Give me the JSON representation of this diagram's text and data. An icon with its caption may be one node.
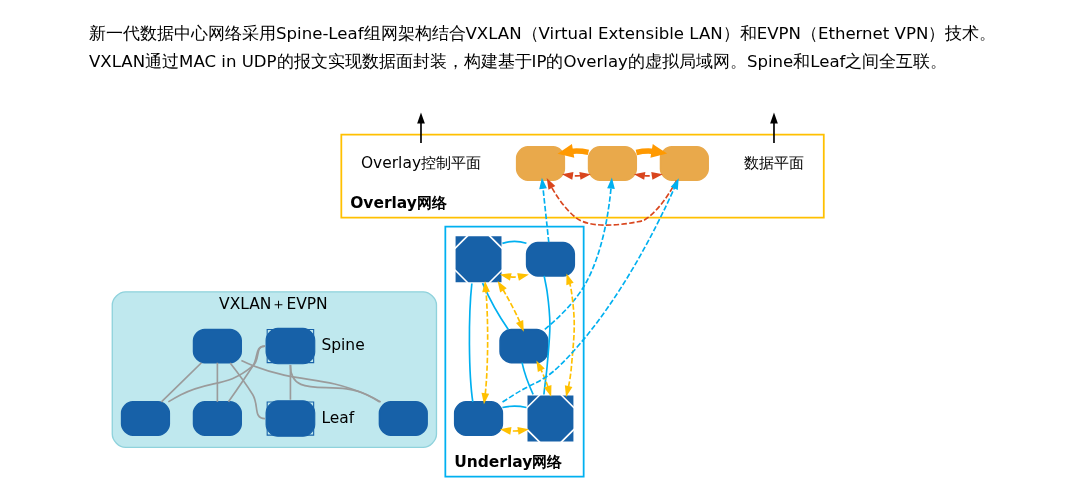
{
  "diagram": {
    "nodes": [
      {
        "text": [
          "VXLAN＋EVPN"
        ]
      },
      {
        "text": [],
        "shape": "box",
        "in": 0
      },
      {
        "text": [],
        "shape": "box",
        "in": 0,
        "beside": [
          "Spine"
        ]
      },
      {
        "text": [],
        "shape": "box",
        "in": 0
      },
      {
        "text": [],
        "shape": "box",
        "in": 0
      },
      {
        "text": [],
        "shape": "box",
        "in": 0
      },
      {
        "text": [],
        "shape": "box",
        "in": 0,
        "beside": [
          "Leaf"
        ]
      },
      {
        "text": [
          "Overlay网络"
        ]
      },
      {
        "text": [
          "Overlay控制平面"
        ],
        "in": 7
      },
      {
        "text": [],
        "shape": "box",
        "in": 7
      },
      {
        "text": [],
        "shape": "box",
        "in": 7
      },
      {
        "text": [],
        "shape": "box",
        "in": 7
      },
      {
        "text": [
          "数据平面"
        ],
        "in": 7
      },
      {
        "text": [
          "Underlay网络"
        ]
      },
      {
        "text": [],
        "shape": "box",
        "in": 13
      },
      {
        "text": [],
        "shape": "box",
        "in": 13
      },
      {
        "text": [],
        "shape": "box",
        "in": 13
      },
      {
        "text": [],
        "shape": "box",
        "in": 13
      },
      {
        "text": [],
        "shape": "box",
        "in": 13
      }
    ],
    "edges": [
      {
        "from": 3,
        "to": 1,
        "arrow": "none",
        "color": "#9b9b9b"
      },
      {
        "from": 4,
        "to": 1,
        "arrow": "none",
        "color": "#9b9b9b"
      },
      {
        "from": 5,
        "to": 1,
        "arrow": "none",
        "color": "#9b9b9b"
      },
      {
        "from": 6,
        "to": 1,
        "arrow": "none",
        "color": "#9b9b9b"
      },
      {
        "from": 3,
        "to": 2,
        "arrow": "none",
        "color": "#9b9b9b"
      },
      {
        "from": 4,
        "to": 2,
        "arrow": "none",
        "color": "#9b9b9b"
      },
      {
        "from": 5,
        "to": 2,
        "arrow": "none",
        "color": "#9b9b9b"
      },
      {
        "from": 6,
        "to": 2,
        "arrow": "none",
        "color": "#9b9b9b"
      },
      {
        "from": 10,
        "to": 9,
        "arrow": "to",
        "style": "thick",
        "color": "#ff9900"
      },
      {
        "from": 10,
        "to": 11,
        "arrow": "to",
        "style": "thick",
        "color": "#ff9900"
      },
      {
        "from": 10,
        "to": 9,
        "arrow": "both",
        "style": "dashed",
        "color": "#d9461e"
      },
      {
        "from": 10,
        "to": 11,
        "arrow": "both",
        "style": "dashed",
        "color": "#d9461e"
      },
      {
        "from": 11,
        "to": 9,
        "arrow": "to",
        "style": "dashed",
        "color": "#d9461e"
      },
      {
        "from": 8,
        "to": null,
        "arrow": "to",
        "color": "#000000"
      },
      {
        "from": 12,
        "to": null,
        "arrow": "to",
        "color": "#000000"
      },
      {
        "from": 16,
        "to": 14,
        "arrow": "none",
        "color": "#00b0f0"
      },
      {
        "from": 17,
        "to": 16,
        "arrow": "none",
        "color": "#00b0f0"
      },
      {
        "from": 14,
        "to": 15,
        "arrow": "none",
        "color": "#00b0f0"
      },
      {
        "from": 18,
        "to": 14,
        "arrow": "none",
        "color": "#00b0f0"
      },
      {
        "from": 17,
        "to": 15,
        "arrow": "none",
        "color": "#00b0f0"
      },
      {
        "from": 17,
        "to": 18,
        "arrow": "none",
        "color": "#00b0f0"
      },
      {
        "from": 16,
        "to": 14,
        "arrow": "both",
        "style": "dashed",
        "color": "#ffc000"
      },
      {
        "from": 17,
        "to": 16,
        "arrow": "both",
        "style": "dashed",
        "color": "#ffc000"
      },
      {
        "from": 14,
        "to": 15,
        "arrow": "both",
        "style": "dashed",
        "color": "#ffc000"
      },
      {
        "from": 18,
        "to": 14,
        "arrow": "both",
        "style": "dashed",
        "color": "#ffc000"
      },
      {
        "from": 17,
        "to": 15,
        "arrow": "both",
        "style": "dashed",
        "color": "#ffc000"
      },
      {
        "from": 17,
        "to": 18,
        "arrow": "both",
        "style": "dashed",
        "color": "#ffc000"
      },
      {
        "from": 16,
        "to": 10,
        "arrow": "to",
        "style": "dashed",
        "color": "#00b0f0"
      },
      {
        "from": 18,
        "to": 11,
        "arrow": "to",
        "style": "dashed",
        "color": "#00b0f0"
      },
      {
        "from": 15,
        "to": 9,
        "arrow": "to",
        "style": "dashed",
        "color": "#00b0f0"
      }
    ],
    "labels": [
      "新一代数据中心网络采用Spine-Leaf组网架构结合VXLAN（Virtual Extensible LAN）和EVPN（Ethernet VPN）技术。",
      "VXLAN通过MAC in UDP的报文实现数据面封装，构建基于IP的Overlay的虚拟局域网。Spine和Leaf之间全互联。"
    ]
  }
}
